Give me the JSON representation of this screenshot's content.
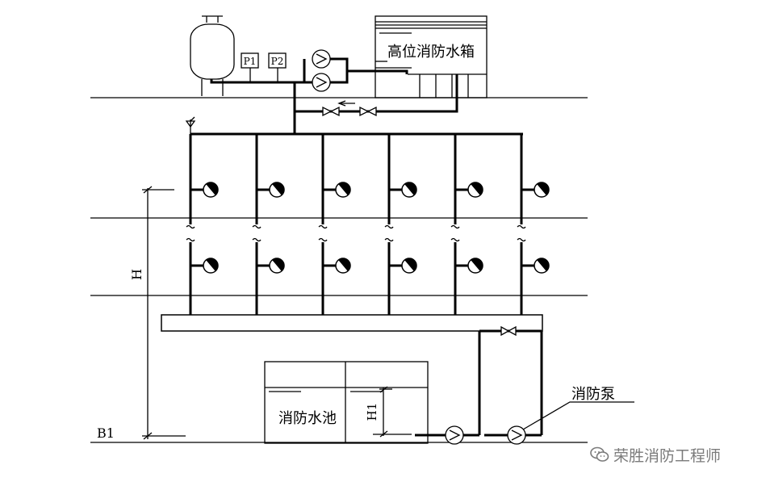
{
  "labels": {
    "high_tank": "高位消防水箱",
    "p1": "P1",
    "p2": "P2",
    "h": "H",
    "h1": "H1",
    "b1": "B1",
    "fire_pool": "消防水池",
    "fire_pump": "消防泵"
  },
  "watermark": {
    "text": "荣胜消防工程师",
    "icon": "wechat-icon"
  }
}
